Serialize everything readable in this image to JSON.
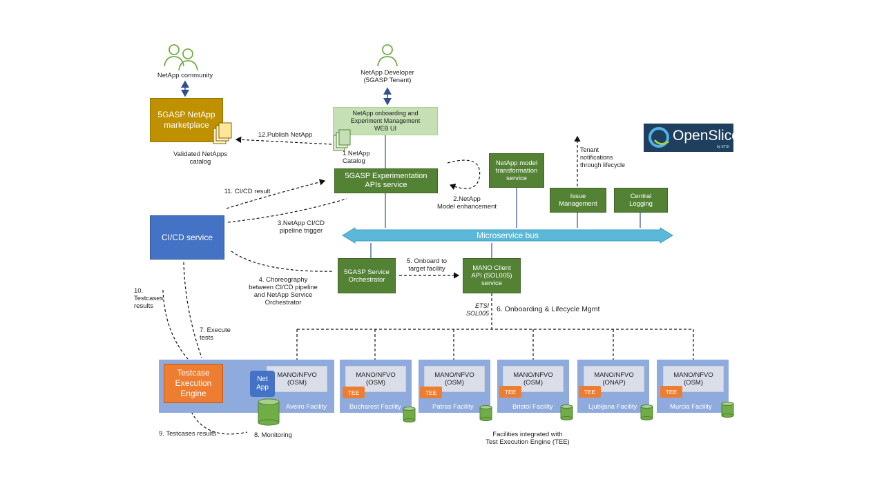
{
  "actors": {
    "community": "NetApp community",
    "developer": "NetApp Developer\n(5GASP Tenant)"
  },
  "marketplace": {
    "title": "5GASP NetApp\nmarketplace",
    "catalog": "Validated NetApps\ncatalog"
  },
  "webui": "NetApp onboarding and\nExperiment Management\nWEB UI",
  "apis": "5GASP Experimentation\nAPIs service",
  "transform": "NetApp model\ntransformation\nservice",
  "issue": "Issue\nManagement",
  "logging": "Central\nLogging",
  "bus": "Microservice bus",
  "cicd": "CI/CD service",
  "orchestrator": "5GASP Service\nOrchestrator",
  "mano_client": "MANO Client\nAPI (SOL005)\nservice",
  "engine": "Testcase\nExecution\nEngine",
  "netapp": "Net\nApp",
  "openslice": {
    "name": "OpenSlice",
    "sub": "by ETSI"
  },
  "steps": {
    "s1": "1.NetApp\nCatalog",
    "s2": "2.NetApp\nModel enhancement",
    "s3": "3.NetApp CI/CD\npipeline trigger",
    "s4": "4. Choreography\nbetween CI/CD pipeline\nand NetApp Service\nOrchestrator",
    "s5": "5. Onboard to\ntarget facility",
    "s6": "6. Onboarding & Lifecycle Mgmt",
    "s7": "7. Execute\ntests",
    "s8": "8. Monitoring",
    "s9": "9. Testcases results",
    "s10": "10. Testcases\nresults",
    "s11": "11. CI/CD result",
    "s12": "12.Publish NetApp"
  },
  "etsi": "ETSI\nSOL005",
  "tenant_notif": "Tenant\nnotifications\nthrough lifecycle",
  "tee_label": "TEE",
  "facilities": [
    {
      "name": "Aveiro Facility",
      "mano": "MANO/NFVO\n(OSM)"
    },
    {
      "name": "Bucharest Facility",
      "mano": "MANO/NFVO\n(OSM)"
    },
    {
      "name": "Patras Facility",
      "mano": "MANO/NFVO\n(OSM)"
    },
    {
      "name": "Bristol Facility",
      "mano": "MANO/NFVO\n(OSM)"
    },
    {
      "name": "Ljubljana Facility",
      "mano": "MANO/NFVO\n(ONAP)"
    },
    {
      "name": "Murcia Facility",
      "mano": "MANO/NFVO\n(OSM)"
    }
  ],
  "facilities_note": "Facilities integrated with\nTest Execution Engine (TEE)",
  "colors": {
    "green": "#548235",
    "light_green": "#c5e0b4",
    "blue": "#4472c4",
    "orange": "#ed7d31",
    "gold": "#bf9000",
    "bus": "#5bb8d9"
  }
}
